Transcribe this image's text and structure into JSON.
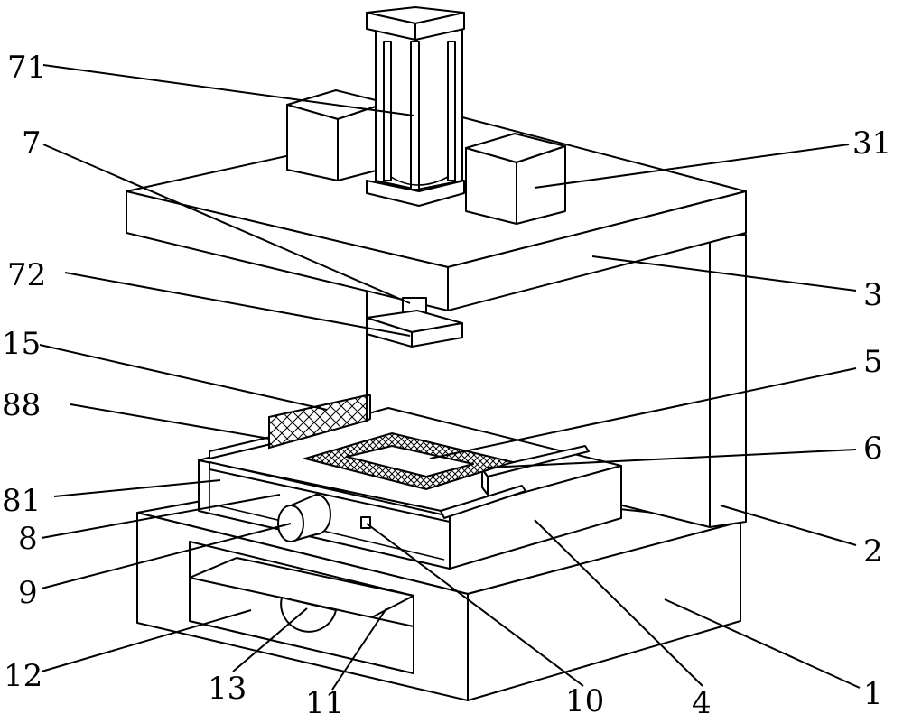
{
  "figure": {
    "labels": {
      "l71": "71",
      "l7": "7",
      "l72": "72",
      "l15": "15",
      "l88": "88",
      "l81": "81",
      "l8": "8",
      "l9": "9",
      "l12": "12",
      "l13": "13",
      "l11": "11",
      "l10": "10",
      "l4": "4",
      "l1": "1",
      "l2": "2",
      "l6": "6",
      "l5": "5",
      "l3": "3",
      "l31": "31"
    }
  }
}
